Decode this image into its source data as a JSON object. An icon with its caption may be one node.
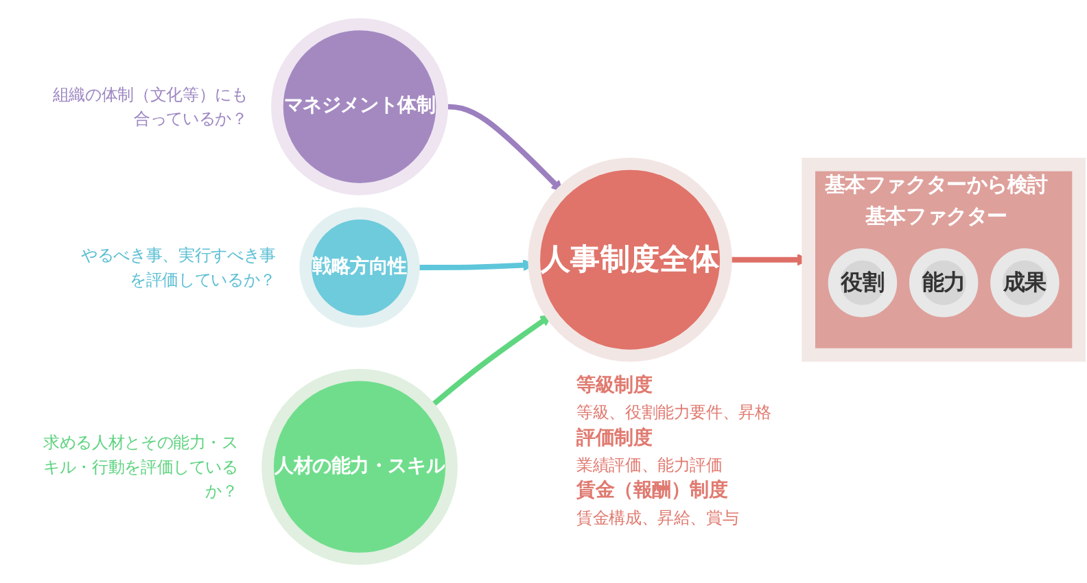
{
  "diagram": {
    "nodes": [
      {
        "text": [
          "マネジメント体制"
        ],
        "beside": [
          "組織の体制（文化等）にも合っているか？"
        ]
      },
      {
        "text": [
          "戦略方向性"
        ],
        "beside": [
          "やるべき事、実行すべき事を評価しているか？"
        ]
      },
      {
        "text": [
          "人材の能力・スキル"
        ],
        "beside": [
          "求める人材とその能力・スキル・行動を評価しているか？"
        ]
      },
      {
        "text": [
          "人事制度全体"
        ],
        "beside": [
          "等級制度",
          "等級、役割能力要件、昇格",
          "評価制度",
          "業績評価、能力評価",
          "賃金（報酬）制度",
          "賃金構成、昇給、賞与"
        ]
      },
      {
        "text": [
          "基本ファクターから検討",
          "基本ファクター"
        ]
      },
      {
        "text": [
          "役割"
        ],
        "in": 4
      },
      {
        "text": [
          "能力"
        ],
        "in": 4
      },
      {
        "text": [
          "成果"
        ],
        "in": 4
      }
    ],
    "edges": [
      {
        "from": 0,
        "to": 3,
        "arrow": "to",
        "color": "#9b7fbf"
      },
      {
        "from": 1,
        "to": 3,
        "arrow": "to",
        "color": "#5ec6da"
      },
      {
        "from": 2,
        "to": 3,
        "arrow": "to",
        "color": "#5fd680"
      },
      {
        "from": 3,
        "to": 4,
        "arrow": "to",
        "color": "#de6f66"
      }
    ]
  }
}
